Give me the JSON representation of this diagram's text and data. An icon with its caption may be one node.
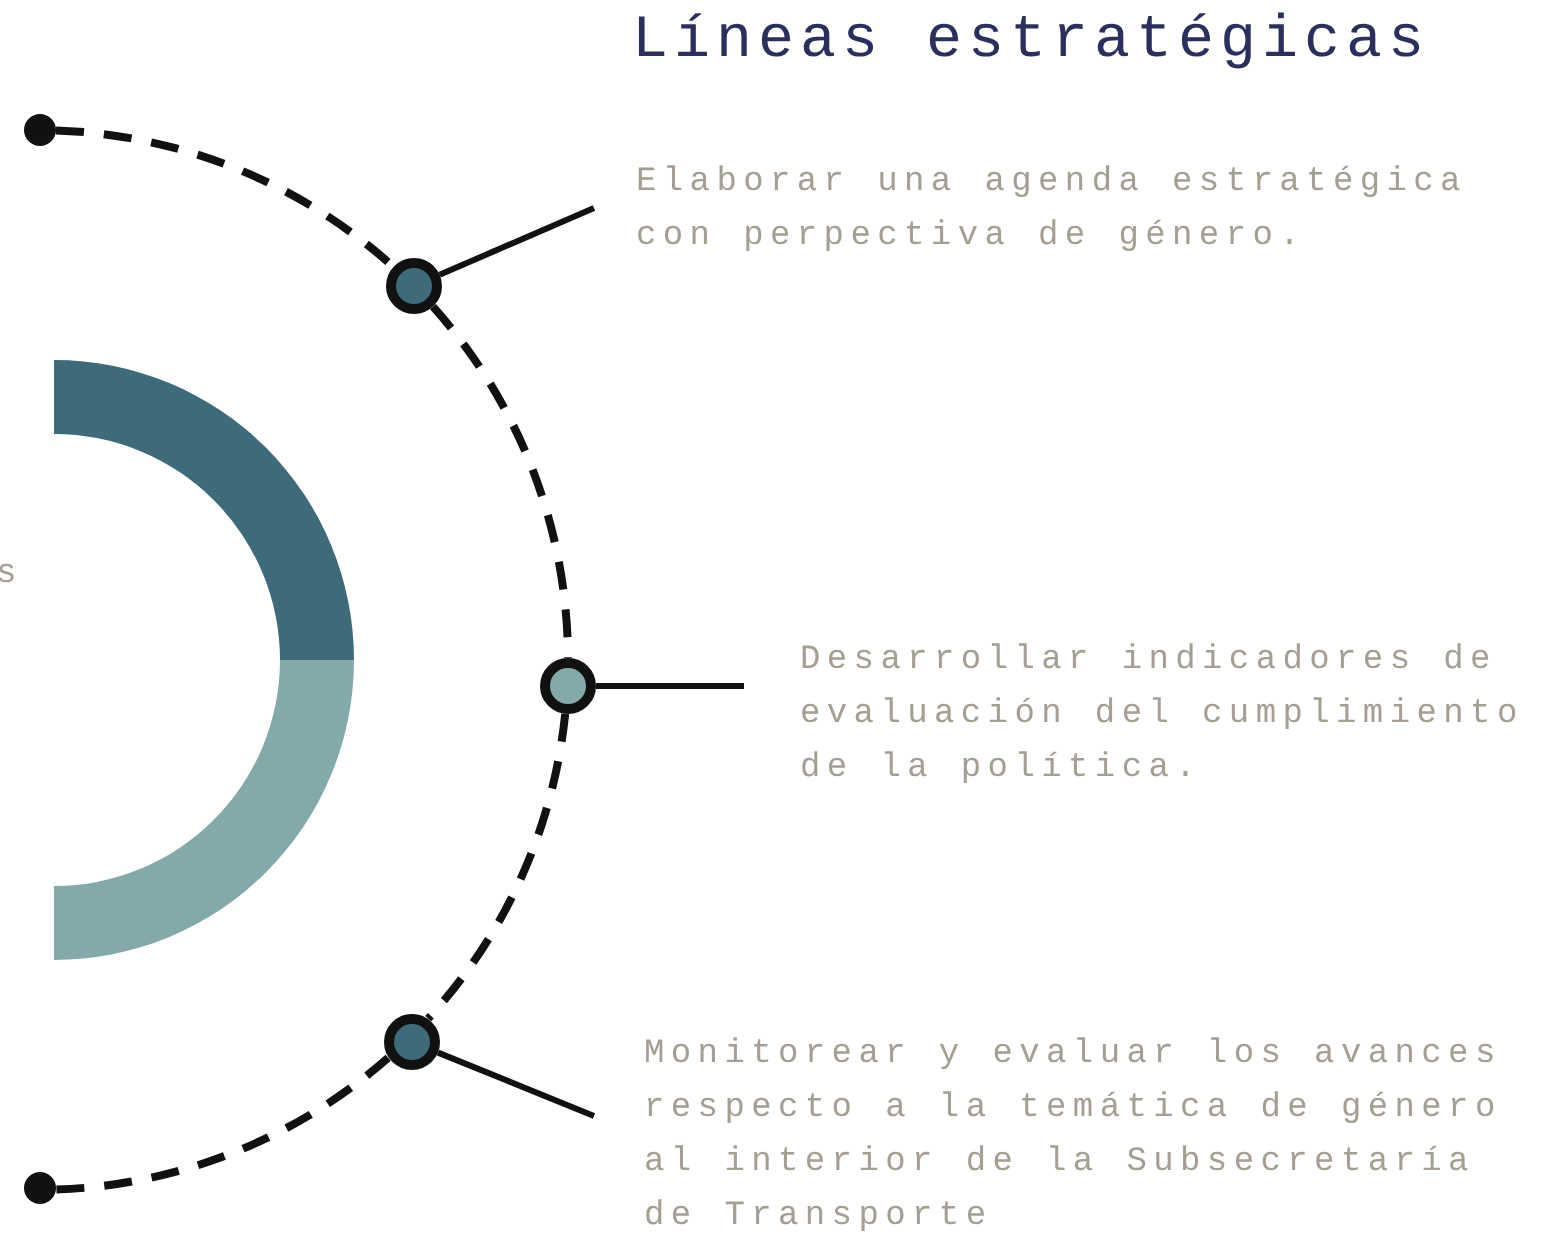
{
  "diagram": {
    "title": "Líneas estratégicas",
    "nodes": [
      {
        "text": [],
        "shape": "circle"
      },
      {
        "text": [],
        "shape": "circle"
      },
      {
        "text": [
          "Elaborar una agenda estratégica con perpectiva de género."
        ]
      },
      {
        "text": [],
        "shape": "circle"
      },
      {
        "text": [
          "Desarrollar indicadores de evaluación del cumplimiento de la política."
        ]
      },
      {
        "text": [],
        "shape": "circle"
      },
      {
        "text": [
          "Monitorear y evaluar los avances respecto a la temática de género al interior de la Subsecretaría de Transporte"
        ]
      },
      {
        "text": [],
        "shape": "circle"
      }
    ],
    "edges": [
      {
        "from": 0,
        "to": 1,
        "arrow": "none",
        "style": "dashed"
      },
      {
        "from": 1,
        "to": 3,
        "arrow": "none",
        "style": "dashed"
      },
      {
        "from": 3,
        "to": 5,
        "arrow": "none",
        "style": "dashed"
      },
      {
        "from": 5,
        "to": 7,
        "arrow": "none",
        "style": "dashed"
      },
      {
        "from": 1,
        "to": 2,
        "arrow": "none"
      },
      {
        "from": 3,
        "to": 4,
        "arrow": "none"
      },
      {
        "from": 5,
        "to": 6,
        "arrow": "none"
      }
    ],
    "labels": [
      "s"
    ]
  }
}
